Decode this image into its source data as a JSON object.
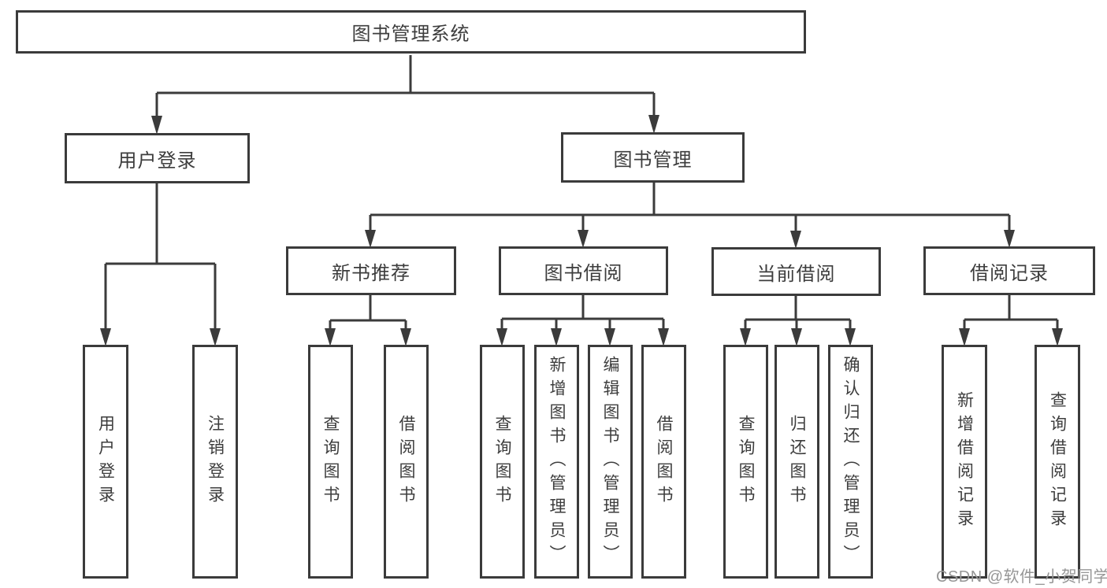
{
  "colors": {
    "line": "#3b3b3b",
    "text": "#3d3d3d",
    "watermark": "#969696",
    "background": "#ffffff"
  },
  "watermark": "CSDN @软件_小贺同学",
  "nodes": {
    "root": "图书管理系统",
    "user_login": "用户登录",
    "book_mgmt": "图书管理",
    "new_book": "新书推荐",
    "book_borrow": "图书借阅",
    "current_borrow": "当前借阅",
    "borrow_records": "借阅记录",
    "leaf_login": "用户登录",
    "leaf_logout": "注销登录",
    "leaf_nb_query": "查询图书",
    "leaf_nb_borrow": "借阅图书",
    "leaf_bw_query": "查询图书",
    "leaf_bw_add": "新增图书（管理员）",
    "leaf_bw_edit": "编辑图书（管理员）",
    "leaf_bw_borrow": "借阅图书",
    "leaf_cur_query": "查询图书",
    "leaf_cur_return": "归还图书",
    "leaf_cur_confirm": "确认归还（管理员）",
    "leaf_rec_add": "新增借阅记录",
    "leaf_rec_query": "查询借阅记录"
  },
  "hierarchy": {
    "图书管理系统": {
      "用户登录": [
        "用户登录",
        "注销登录"
      ],
      "图书管理": {
        "新书推荐": [
          "查询图书",
          "借阅图书"
        ],
        "图书借阅": [
          "查询图书",
          "新增图书（管理员）",
          "编辑图书（管理员）",
          "借阅图书"
        ],
        "当前借阅": [
          "查询图书",
          "归还图书",
          "确认归还（管理员）"
        ],
        "借阅记录": [
          "新增借阅记录",
          "查询借阅记录"
        ]
      }
    }
  }
}
